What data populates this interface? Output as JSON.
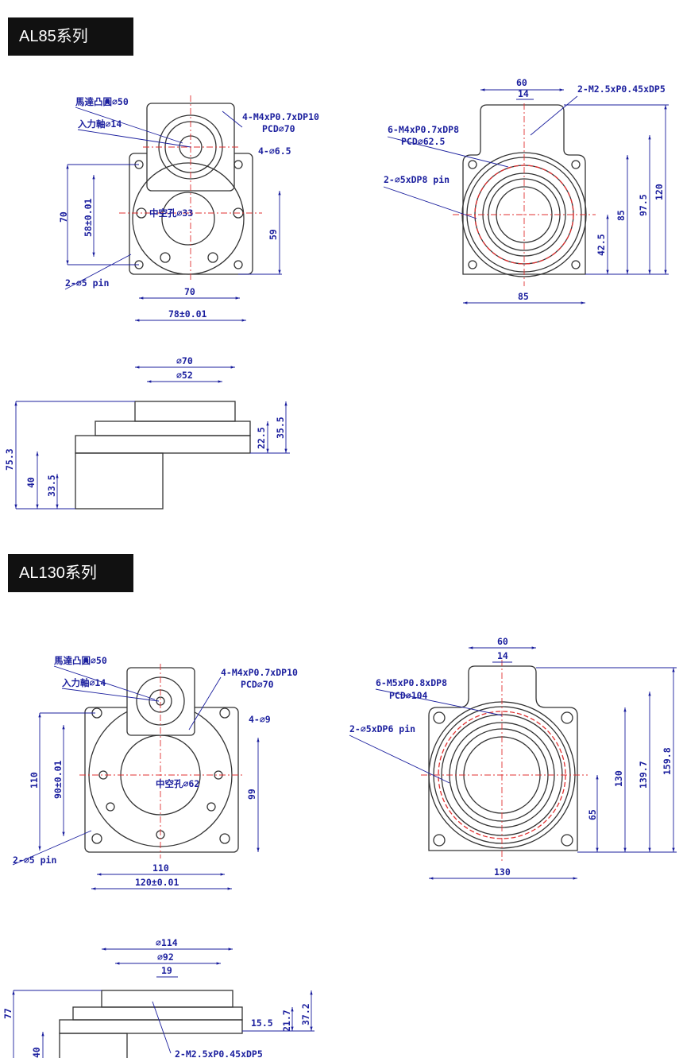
{
  "sections": [
    {
      "title": "AL85系列",
      "front_view": {
        "motor_boss": "馬達凸圓⌀50",
        "input_shaft": "入力軸⌀14",
        "thread": "4-M4xP0.7xDP10",
        "pcd": "PCD⌀70",
        "holes": "4-⌀6.5",
        "hollow_hole": "中空孔⌀33",
        "pins": "2-⌀5 pin",
        "dim_height": "70",
        "dim_pin_spacing": "58±0.01",
        "dim_right": "59",
        "dim_width_inner": "70",
        "dim_width_outer": "78±0.01"
      },
      "rear_view": {
        "dim_tab_width": "60",
        "dim_tab_inner": "14",
        "tab_thread": "2-M2.5xP0.45xDP5",
        "thread": "6-M4xP0.7xDP8",
        "pcd": "PCD⌀62.5",
        "pins": "2-⌀5xDP8 pin",
        "dim_center": "42.5",
        "dim_plate": "85",
        "dim_mid": "97.5",
        "dim_total": "120",
        "dim_width": "85"
      },
      "side_view": {
        "dia_outer": "⌀70",
        "dia_inner": "⌀52",
        "dim_total": "75.3",
        "dim_motor": "40",
        "dim_motor_inner": "33.5",
        "dim_lower": "22.5",
        "dim_upper": "35.5"
      }
    },
    {
      "title": "AL130系列",
      "front_view": {
        "motor_boss": "馬達凸圓⌀50",
        "input_shaft": "入力軸⌀14",
        "thread": "4-M4xP0.7xDP10",
        "pcd": "PCD⌀70",
        "holes": "4-⌀9",
        "hollow_hole": "中空孔⌀62",
        "pins": "2-⌀5 pin",
        "dim_height": "110",
        "dim_pin_spacing": "90±0.01",
        "dim_right": "99",
        "dim_width_inner": "110",
        "dim_width_outer": "120±0.01"
      },
      "rear_view": {
        "dim_tab_width": "60",
        "dim_tab_inner": "14",
        "thread": "6-M5xP0.8xDP8",
        "pcd": "PCD⌀104",
        "pins": "2-⌀5xDP6 pin",
        "dim_center": "65",
        "dim_plate": "130",
        "dim_mid": "139.7",
        "dim_total": "159.8",
        "dim_width": "130"
      },
      "side_view": {
        "dia_outer": "⌀114",
        "dia_inner": "⌀92",
        "dim_hole_spacing": "19",
        "dim_total": "77",
        "dim_motor": "40",
        "dim_a": "15.5",
        "dim_b": "21.7",
        "dim_c": "37.2",
        "tab_thread": "2-M2.5xP0.45xDP5"
      }
    }
  ],
  "colors": {
    "outline": "#333333",
    "dimension": "#1b1f9e",
    "centerline": "#e03030",
    "header_bg": "#111111"
  }
}
